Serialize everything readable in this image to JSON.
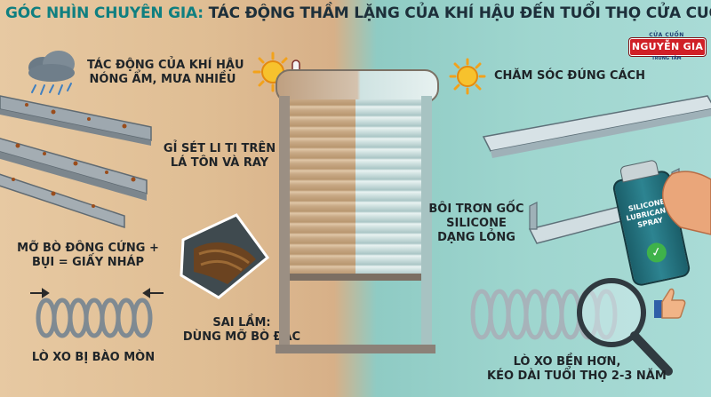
{
  "title": {
    "lead": "GÓC NHÌN CHUYÊN GIA:",
    "rest": " TÁC ĐỘNG THẦM LẶNG CỦA KHÍ HẬU ĐẾN TUỔI THỌ CỬA CUỐN"
  },
  "logo": {
    "top_text": "CỬA CUỐN",
    "brand": "NGUYỄN GIA",
    "bottom_text": "TRUNG TÂM"
  },
  "left": {
    "climate_label": [
      "TÁC ĐỘNG CỦA KHÍ HẬU",
      "NÓNG ẨM, MƯA NHIỀU"
    ],
    "rust_label": [
      "GỈ SÉT LI TI TRÊN",
      "LÁ TÔN VÀ RAY"
    ],
    "grease_label": [
      "MỠ BÒ ĐÔNG CỨNG +",
      "BỤI = GIẤY NHÁP"
    ],
    "mistake_label": [
      "SAI LẦM:",
      "DÙNG MỠ BÒ ĐẶC"
    ],
    "spring_label": "LÒ XO BỊ BÀO MÒN"
  },
  "right": {
    "care_label": "CHĂM SÓC ĐÚNG CÁCH",
    "lube_label": [
      "BÔI TRƠN GỐC",
      "SILICONE",
      "DẠNG LỎNG"
    ],
    "spring_label": [
      "LÒ XO BỀN HƠN,",
      "KÉO DÀI TUỔI THỌ 2-3 NĂM"
    ],
    "spray_can_text": [
      "SILICONE",
      "LUBRICANT",
      "SPRAY"
    ]
  },
  "colors": {
    "title_accent": "#0f7f80",
    "title_dark": "#1d2f3a",
    "warm_bg": "#dfbd93",
    "cool_bg": "#9fd6cf",
    "logo_red": "#d02027"
  },
  "icons": [
    "rain-cloud-icon",
    "sun-icon",
    "thermometer-icon",
    "thumbs-up-icon",
    "magnifier-icon",
    "checkmark-icon"
  ]
}
